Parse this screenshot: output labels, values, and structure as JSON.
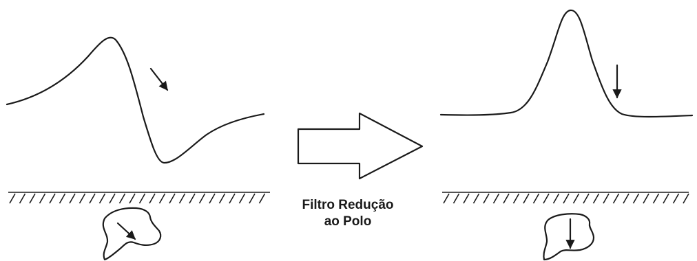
{
  "filter_label": {
    "line1": "Filtro Redução",
    "line2": "ao Polo"
  },
  "colors": {
    "ink": "#1a1a1a",
    "background": "#ffffff"
  },
  "panels": [
    {
      "name": "before",
      "magnetization": "inclined"
    },
    {
      "name": "after",
      "magnetization": "vertical"
    }
  ]
}
